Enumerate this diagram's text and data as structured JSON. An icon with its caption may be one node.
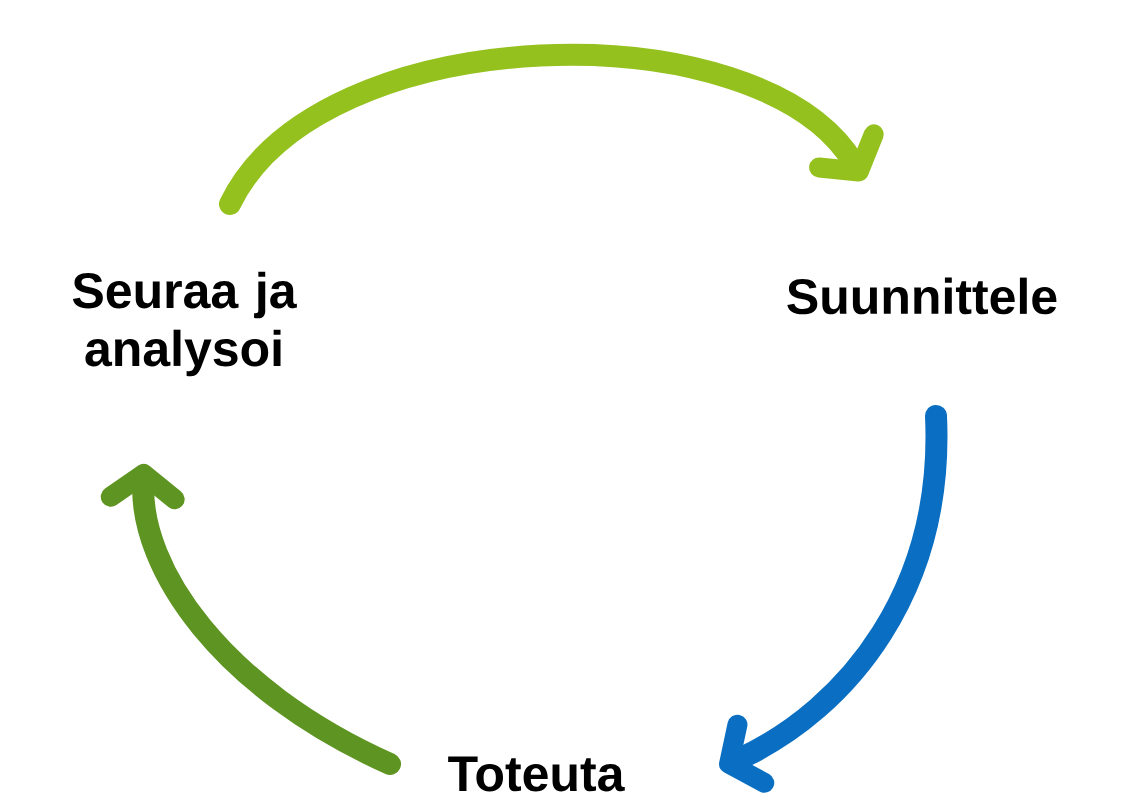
{
  "diagram": {
    "nodes": [
      {
        "text": [
          "Seuraa ja analysoi"
        ]
      },
      {
        "text": [
          "Suunnittele"
        ]
      },
      {
        "text": [
          "Toteuta"
        ]
      }
    ],
    "edges": [
      {
        "from": 0,
        "to": 1,
        "arrow": "to",
        "color": "#95c11f"
      },
      {
        "from": 1,
        "to": 2,
        "arrow": "to",
        "color": "#0a6fc2"
      },
      {
        "from": 2,
        "to": 0,
        "arrow": "to",
        "color": "#5e9421"
      }
    ]
  }
}
